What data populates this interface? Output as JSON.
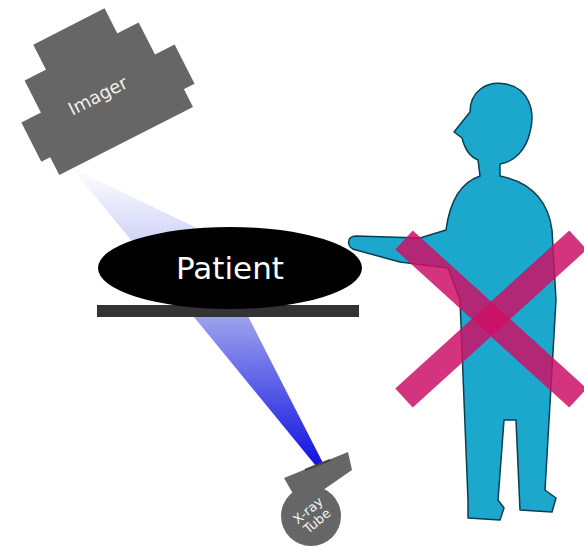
{
  "diagram": {
    "nodes": [
      {
        "text": [
          "Imager"
        ]
      },
      {
        "text": [
          "Patient"
        ]
      },
      {
        "text": [
          "X-ray Tube"
        ]
      }
    ]
  }
}
